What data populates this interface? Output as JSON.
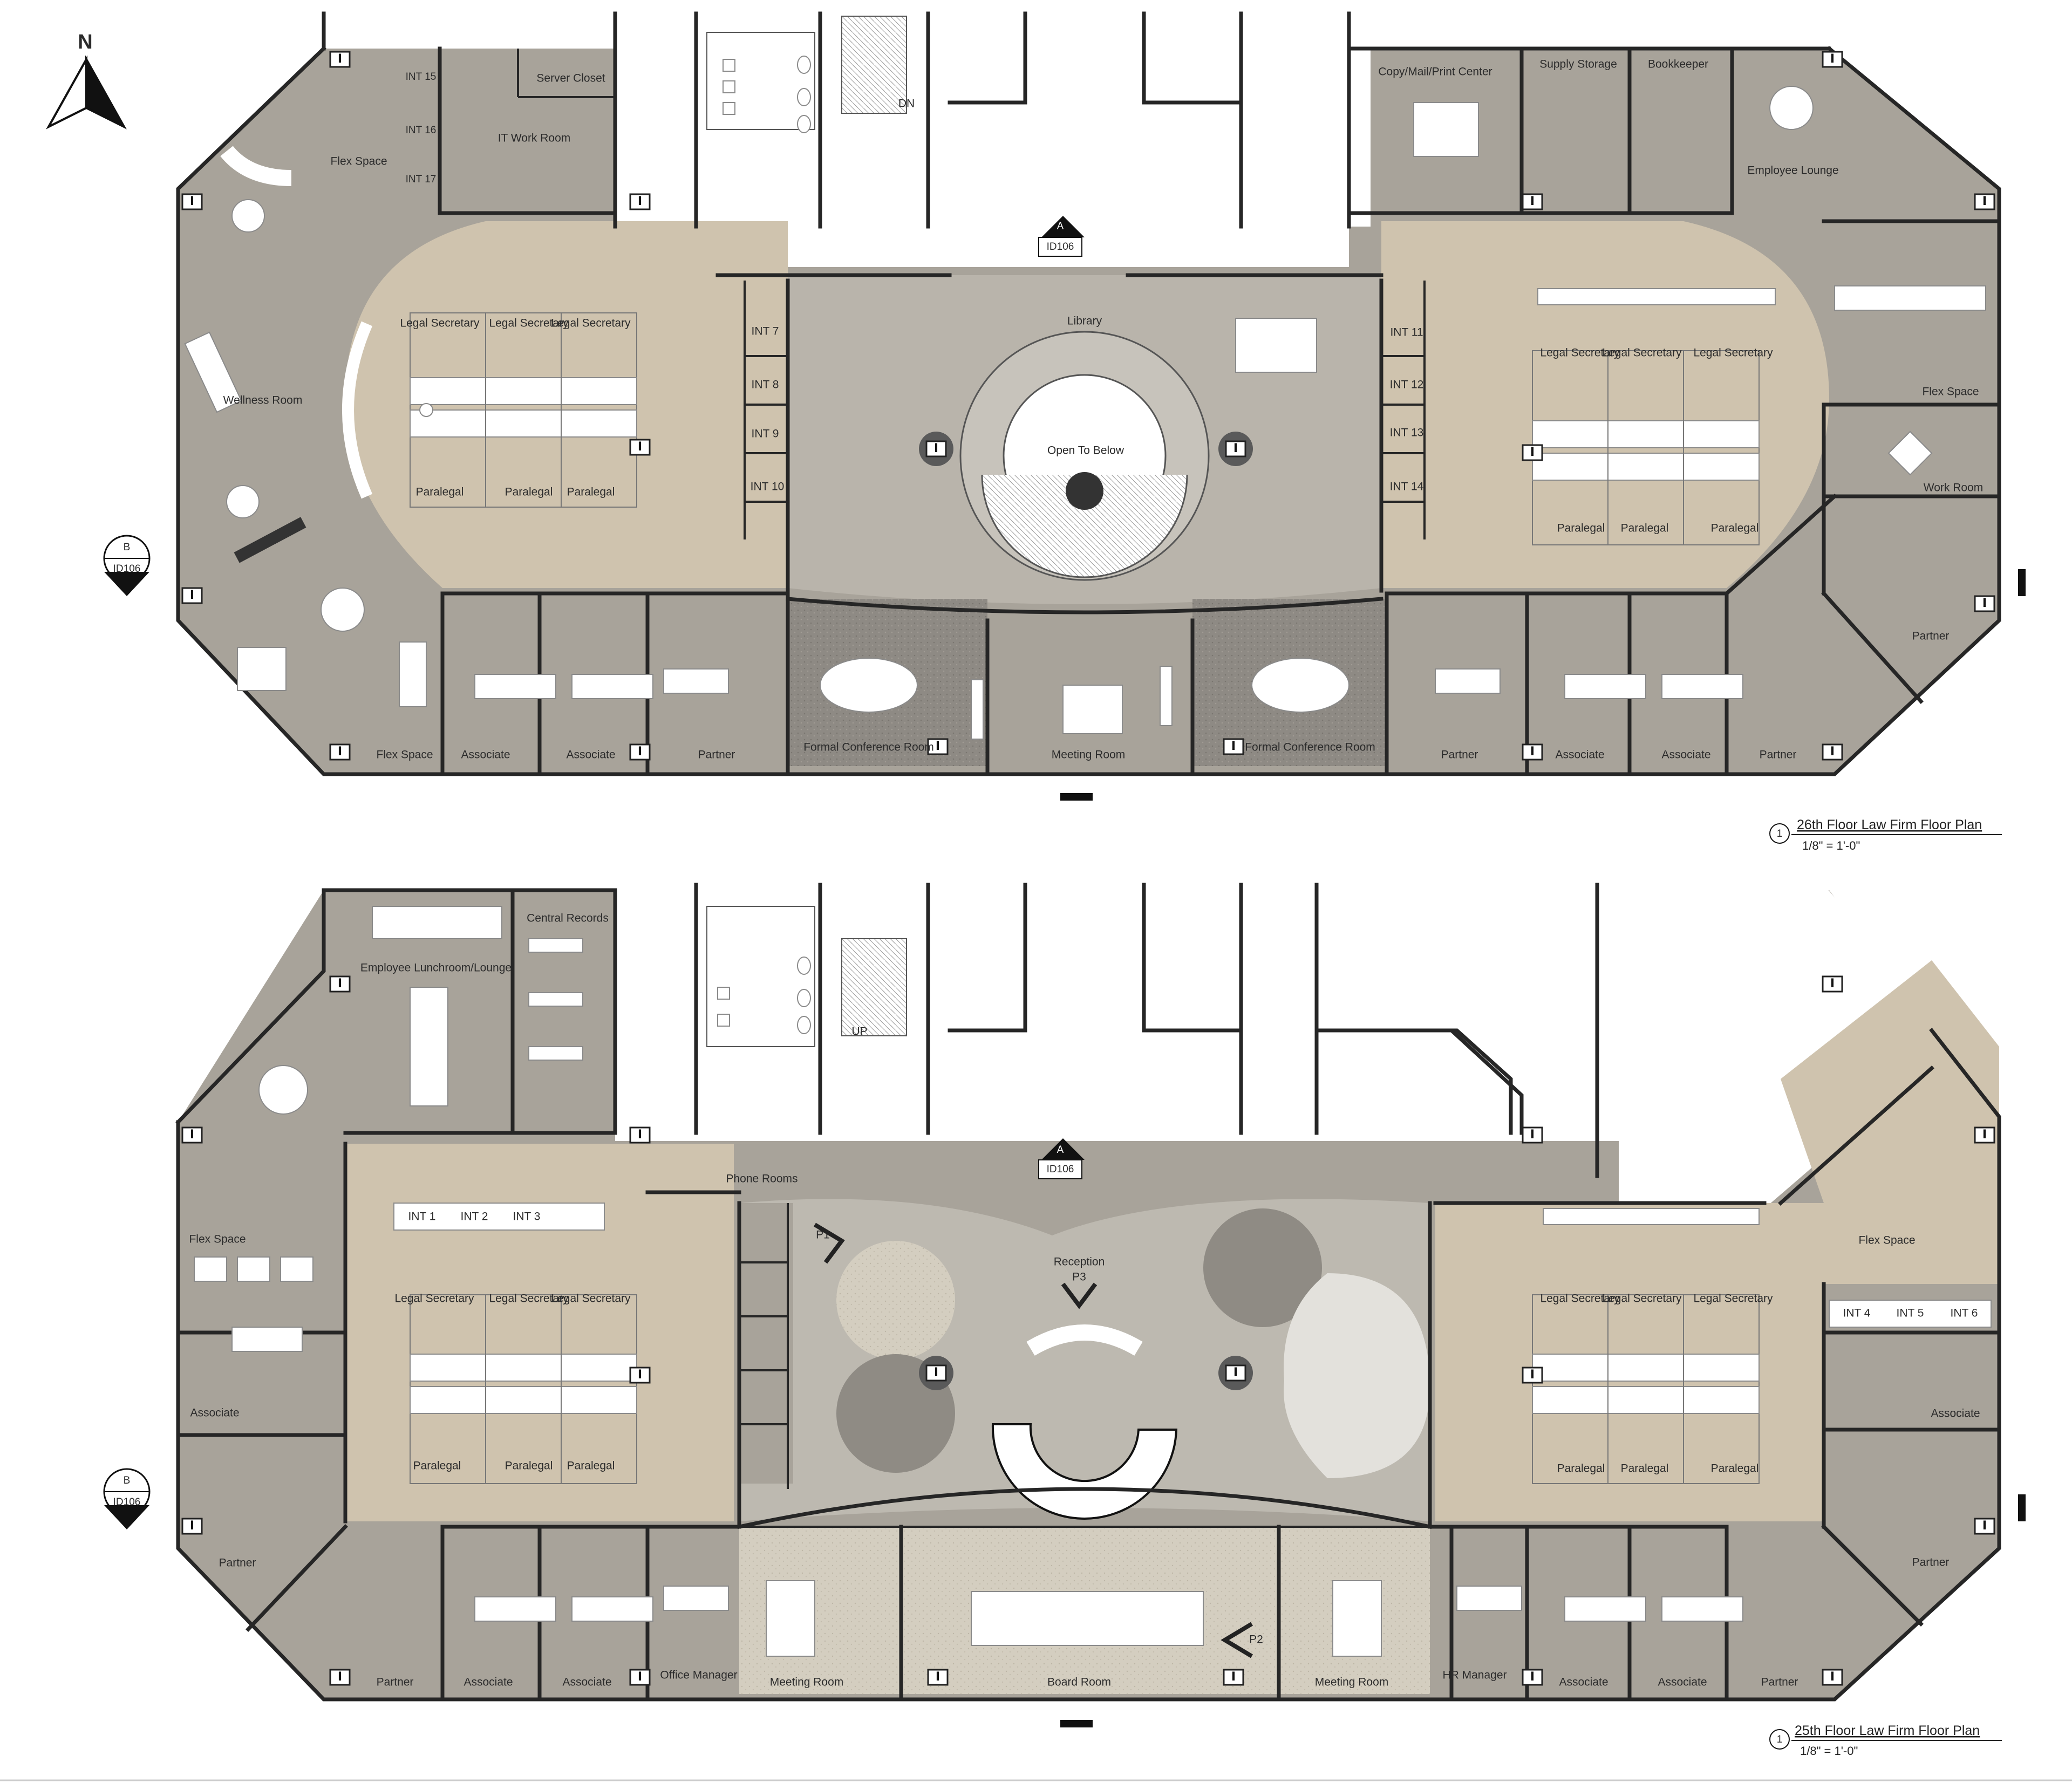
{
  "north_arrow": {
    "label": "N",
    "icon": "north-arrow-icon"
  },
  "colors": {
    "room_grey": "#a8a39a",
    "open_office_tan": "#cfc3ae",
    "lobby_grey": "#b9b4ab",
    "carpet_light": "#d6d0c2",
    "wall": "#262626",
    "furniture": "#ffffff"
  },
  "section_markers": {
    "a_letter": "A",
    "b_letter": "B",
    "sheet": "ID106"
  },
  "plan_26": {
    "title": "26th Floor Law Firm Floor Plan",
    "scale": "1/8\" = 1'-0\"",
    "drawing_number": "1",
    "labels": {
      "int15": "INT 15",
      "int16": "INT 16",
      "int17": "INT 17",
      "server_closet": "Server Closet",
      "it_work_room": "IT Work Room",
      "flex_space_nw": "Flex Space",
      "wellness_room": "Wellness Room",
      "legal_secretary": "Legal Secretary",
      "paralegal": "Paralegal",
      "int7": "INT 7",
      "int8": "INT 8",
      "int9": "INT 9",
      "int10": "INT 10",
      "library": "Library",
      "open_to_below": "Open To Below",
      "int11": "INT 11",
      "int12": "INT 12",
      "int13": "INT 13",
      "int14": "INT 14",
      "dn": "DN",
      "copy_mail_print": "Copy/Mail/Print Center",
      "supply_storage": "Supply Storage",
      "bookkeeper": "Bookkeeper",
      "employee_lounge": "Employee Lounge",
      "flex_space_ne": "Flex Space",
      "work_room": "Work Room",
      "flex_space_sw": "Flex Space",
      "associate": "Associate",
      "partner": "Partner",
      "formal_conference_room": "Formal Conference Room",
      "meeting_room": "Meeting Room"
    }
  },
  "plan_25": {
    "title": "25th Floor Law Firm Floor Plan",
    "scale": "1/8\" = 1'-0\"",
    "drawing_number": "1",
    "labels": {
      "employee_lunchroom": "Employee Lunchroom/Lounge",
      "central_records": "Central Records",
      "up": "UP",
      "phone_rooms": "Phone Rooms",
      "int1": "INT 1",
      "int2": "INT 2",
      "int3": "INT 3",
      "flex_space_w": "Flex Space",
      "legal_secretary": "Legal Secretary",
      "paralegal": "Paralegal",
      "associate": "Associate",
      "partner": "Partner",
      "office_manager": "Office Manager",
      "meeting_room": "Meeting Room",
      "board_room": "Board Room",
      "reception": "Reception",
      "p1": "P1",
      "p2": "P2",
      "p3": "P3",
      "flex_space_e": "Flex Space",
      "int4": "INT 4",
      "int5": "INT 5",
      "int6": "INT 6",
      "hr_manager": "HR Manager"
    }
  }
}
